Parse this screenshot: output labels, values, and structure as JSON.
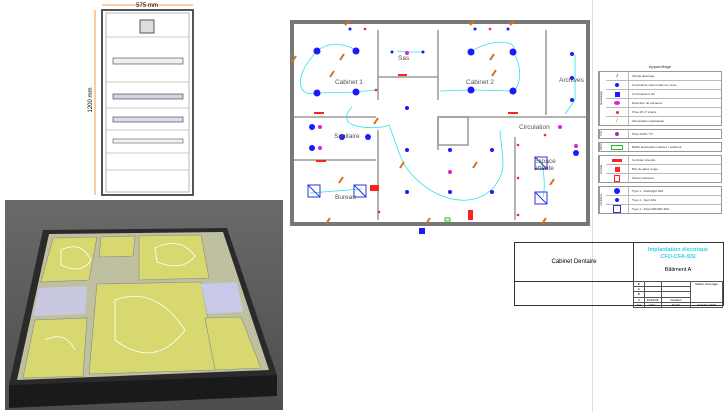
{
  "cabinet_elevation": {
    "width_label": "575 mm",
    "height_label": "1200 mm"
  },
  "plan": {
    "rooms": {
      "cabinet1": "Cabinet 1",
      "sas": "Sas",
      "cabinet2": "Cabinet 2",
      "archives": "Archives",
      "circulation": "Circulation",
      "sanitaire": "Sanitaire",
      "espace_attente_1": "Espace",
      "espace_attente_2": "attente",
      "bureau": "Bureau"
    }
  },
  "legend": {
    "title": "Appareillage",
    "groups": [
      {
        "side": "Appareillage",
        "items": [
          "Simple allumage",
          "Commande volet roulant ou store",
          "Commande à clé",
          "Détecteur de présence",
          "Prise 2P+T simple",
          "Alimentation spécialisée"
        ]
      },
      {
        "side": "CFA",
        "items": [
          "Prise RJ45 / TV"
        ]
      },
      {
        "side": "BAES",
        "items": [
          "BAES Evacuation intérieur / extérieur"
        ]
      },
      {
        "side": "Incendie",
        "items": [
          "Centrale incendie",
          "Bris de glace rouge",
          "Sirène intérieure"
        ]
      },
      {
        "side": "Luminaires",
        "items": [
          "Type 1 - Downlight 18w",
          "Type 1 - Spot 18w",
          "Type 1 - Pavé 600x600 36w"
        ]
      }
    ]
  },
  "title_block": {
    "project": "Cabinet Dentaire",
    "title_line1": "Implantation électrique",
    "title_line2": "CFO-CFA-SSI",
    "building": "Bâtiment A",
    "owner_label": "Maître d'ouvrage",
    "revisions": [
      {
        "ind": "D",
        "date": "",
        "desc": ""
      },
      {
        "ind": "C",
        "date": "",
        "desc": ""
      },
      {
        "ind": "B",
        "date": "",
        "desc": ""
      },
      {
        "ind": "A",
        "date": "12/01/26",
        "desc": "Création"
      }
    ],
    "header": {
      "ind": "Ind",
      "date": "Date",
      "desc": "Détail"
    },
    "scale": "Echelle 1/100"
  },
  "colors": {
    "light": "#1a1aff",
    "wire": "#33e0e8",
    "socket": "#ff2020",
    "detector": "#e020e0",
    "feed": "#d8701a",
    "title": "#2fd0e8"
  }
}
